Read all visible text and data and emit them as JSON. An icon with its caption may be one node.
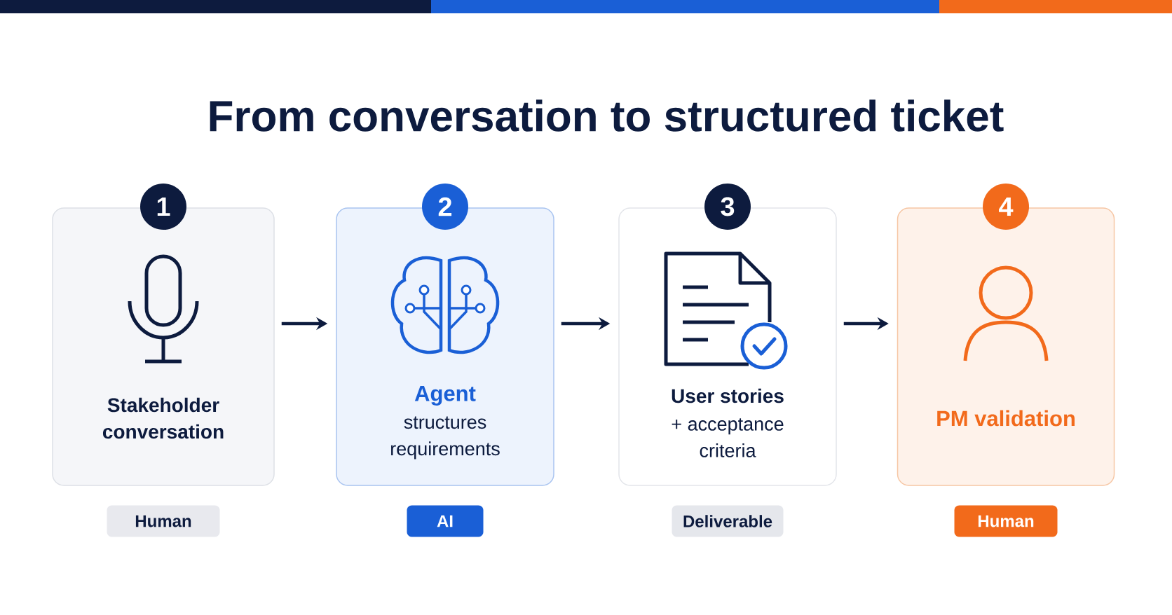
{
  "diagram": {
    "title": "From conversation to structured ticket",
    "nodes": [
      {
        "text": [
          "1"
        ]
      },
      {
        "text": [
          "Stakeholder conversation"
        ]
      },
      {
        "text": [
          "Human"
        ]
      },
      {
        "text": [
          "2"
        ]
      },
      {
        "text": [
          "Agent",
          "structures requirements"
        ]
      },
      {
        "text": [
          "AI"
        ]
      },
      {
        "text": [
          "3"
        ]
      },
      {
        "text": [
          "User stories",
          "+ acceptance criteria"
        ]
      },
      {
        "text": [
          "Deliverable"
        ]
      },
      {
        "text": [
          "4"
        ]
      },
      {
        "text": [
          "PM validation"
        ]
      },
      {
        "text": [
          "Human"
        ]
      }
    ],
    "edges": [
      {
        "from": 1,
        "to": 4,
        "arrow": "to"
      },
      {
        "from": 4,
        "to": 7,
        "arrow": "to"
      },
      {
        "from": 7,
        "to": 10,
        "arrow": "to"
      }
    ]
  }
}
